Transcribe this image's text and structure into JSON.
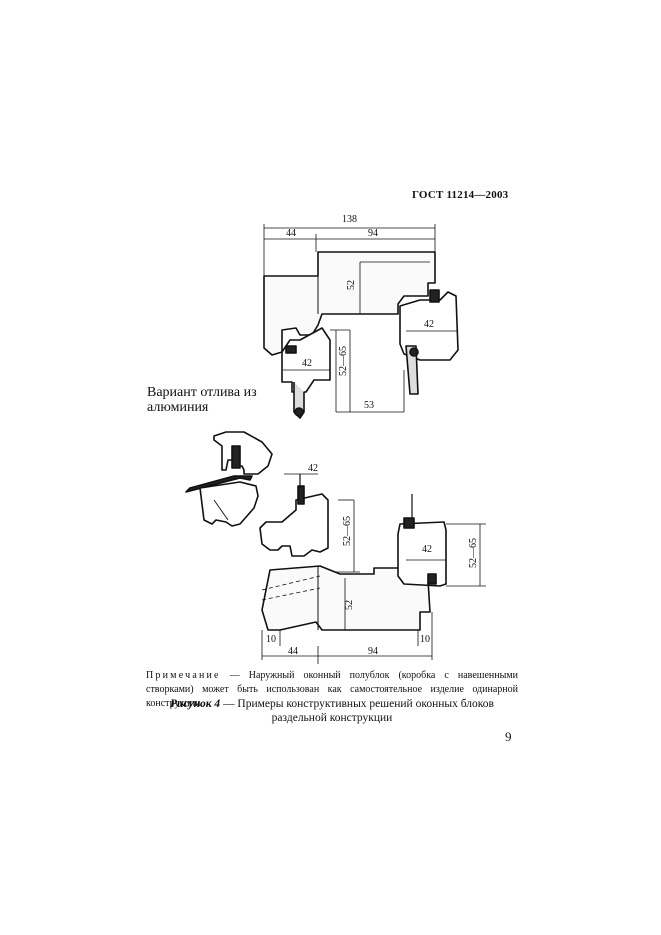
{
  "header": {
    "standard": "ГОСТ 11214—2003"
  },
  "drawing_top": {
    "dims": {
      "total_width": "138",
      "left_part": "44",
      "right_part": "94",
      "height_main": "52",
      "sash_left": "42",
      "sash_right": "42",
      "range": "52—65",
      "offset": "53"
    }
  },
  "variant_label": {
    "line1": "Вариант отлива из",
    "line2": "алюминия"
  },
  "drawing_bottom": {
    "dims": {
      "sash_top": "42",
      "range_left": "52—65",
      "range_right": "52—65",
      "sash_right": "42",
      "height_main": "52",
      "gap_left": "10",
      "gap_right": "10",
      "left_part": "44",
      "right_part": "94"
    }
  },
  "note": {
    "label": "Примечание",
    "text": " — Наружный оконный полублок (коробка с навешенными створками) может быть использован как самостоятельное изделие одинарной конструкции."
  },
  "caption": {
    "figure": "Рисунок 4",
    "text": " — Примеры конструктивных решений оконных блоков раздельной конструкции"
  },
  "page_number": "9"
}
